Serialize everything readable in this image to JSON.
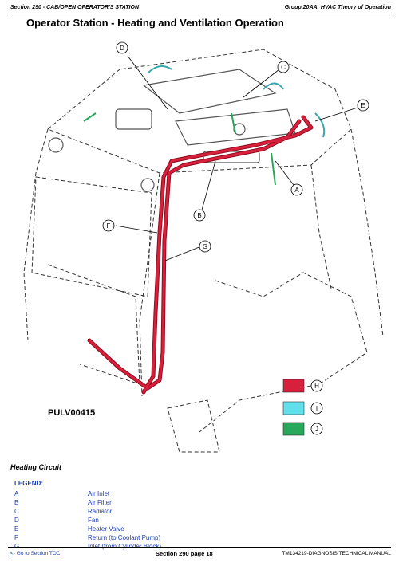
{
  "header": {
    "left": "Section 290 - CAB/OPEN OPERATOR'S STATION",
    "right": "Group 20AA: HVAC Theory of Operation"
  },
  "title": "Operator Station - Heating and Ventilation Operation",
  "figure": {
    "id_label": "PULV00415",
    "callouts": [
      "A",
      "B",
      "C",
      "D",
      "E",
      "F",
      "G"
    ],
    "color_key": [
      {
        "letter": "H",
        "color": "#d81f3c"
      },
      {
        "letter": "I",
        "color": "#5fe0ea"
      },
      {
        "letter": "J",
        "color": "#27a85a"
      }
    ]
  },
  "section_heading": "Heating Circuit",
  "legend": {
    "heading": "LEGEND:",
    "items": [
      {
        "key": "A",
        "label": "Air Inlet"
      },
      {
        "key": "B",
        "label": "Air Filter"
      },
      {
        "key": "C",
        "label": "Radiator"
      },
      {
        "key": "D",
        "label": "Fan"
      },
      {
        "key": "E",
        "label": "Heater Valve"
      },
      {
        "key": "F",
        "label": "Return (to Coolant Pump)"
      },
      {
        "key": "G",
        "label": "Inlet (from Cylinder Block)"
      }
    ]
  },
  "footer": {
    "left": "<- Go to Section TOC",
    "center": "Section 290 page 18",
    "right": "TM134219-DIAGNOSIS TECHNICAL MANUAL"
  }
}
